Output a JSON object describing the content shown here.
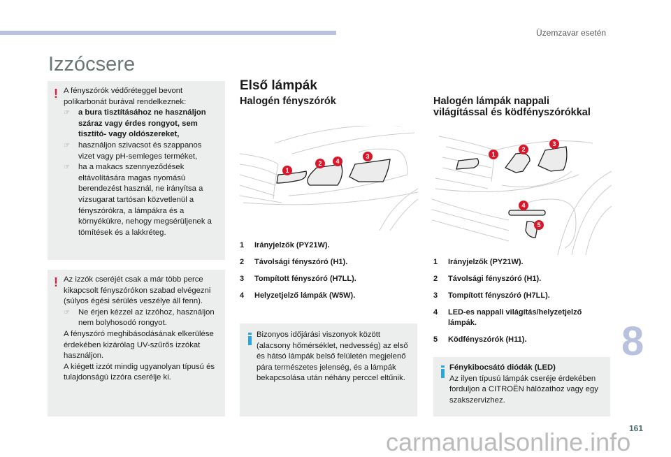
{
  "header": {
    "section": "Üzemzavar esetén",
    "chapter": "8",
    "page_number": "161"
  },
  "title": "Izzócsere",
  "warning1": {
    "intro": "A fényszórók védőréteggel bevont polikarbonát burával rendelkeznek:",
    "bullets": [
      "a bura tisztításához ne használjon száraz vagy érdes rongyot, sem tisztító- vagy oldószereket,",
      "használjon szivacsot és szappanos vizet vagy pH-semleges terméket,",
      "ha a makacs szennyeződések eltávolítására magas nyomású berendezést használ, ne irányítsa a vízsugarat tartósan közvetlenül a fényszórókra, a lámpákra és a környékükre, nehogy megsérüljenek a tömítések és a lakkréteg."
    ]
  },
  "warning2": {
    "intro": "Az izzók cseréjét csak a már több perce kikapcsolt fényszórókon szabad elvégezni (súlyos égési sérülés veszélye áll fenn).",
    "bullets": [
      "Ne érjen kézzel az izzóhoz, használjon nem bolyhosodó rongyot."
    ],
    "para1": "A fényszóró meghibásodásának elkerülése érdekében kizárólag UV-szűrős izzókat használjon.",
    "para2": "A kiégett izzót mindig ugyanolyan típusú és tulajdonságú izzóra cserélje ki."
  },
  "front": {
    "heading": "Első lámpák",
    "halogen": {
      "heading": "Halogén fényszórók",
      "markers": [
        "1",
        "2",
        "4",
        "3"
      ],
      "items": [
        {
          "n": "1",
          "t": "Irányjelzők (PY21W)."
        },
        {
          "n": "2",
          "t": "Távolsági fényszóró (H1)."
        },
        {
          "n": "3",
          "t": "Tompított fényszóró (H7LL)."
        },
        {
          "n": "4",
          "t": "Helyzetjelző lámpák (W5W)."
        }
      ],
      "info": "Bizonyos időjárási viszonyok között (alacsony hőmérséklet, nedvesség) az első és hátsó lámpák belső felületén megjelenő pára természetes jelenség, és a lámpák bekapcsolása után néhány perccel eltűnik."
    },
    "daytime": {
      "heading_line1": "Halogén lámpák nappali",
      "heading_line2": "világítással és ködfényszórókkal",
      "markers": [
        "1",
        "2",
        "3",
        "4",
        "5"
      ],
      "items": [
        {
          "n": "1",
          "t": "Irányjelzők (PY21W)."
        },
        {
          "n": "2",
          "t": "Távolsági fényszóró (H1)."
        },
        {
          "n": "3",
          "t": "Tompított fényszóró (H7LL)."
        },
        {
          "n": "4",
          "t": "LED-es nappali világítás/helyzetjelző lámpák."
        },
        {
          "n": "5",
          "t": "Ködfényszórók (H11)."
        }
      ],
      "info_title": "Fénykibocsátó diódák (LED)",
      "info": "Az ilyen típusú lámpák cseréje érdekében forduljon a CITROËN hálózathoz vagy egy szakszervizhez."
    }
  },
  "watermark": "carmanualsonline.info",
  "colors": {
    "accent": "#b8c1dd",
    "warning": "#e8173c",
    "info": "#2aa6dd",
    "box": "#eceeee",
    "marker": "#d9172b"
  }
}
